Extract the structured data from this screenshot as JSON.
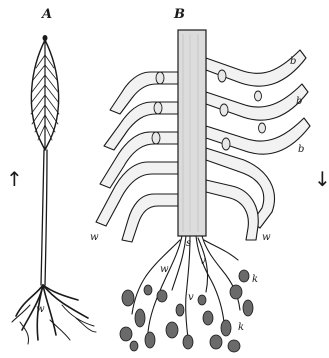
{
  "figure": {
    "panel_a_label": "A",
    "panel_b_label": "B",
    "arrow_up_glyph": "↑",
    "arrow_down_glyph": "↓",
    "label_b": "b",
    "label_w": "w",
    "label_v": "v",
    "label_k": "k",
    "label_s": "s"
  }
}
